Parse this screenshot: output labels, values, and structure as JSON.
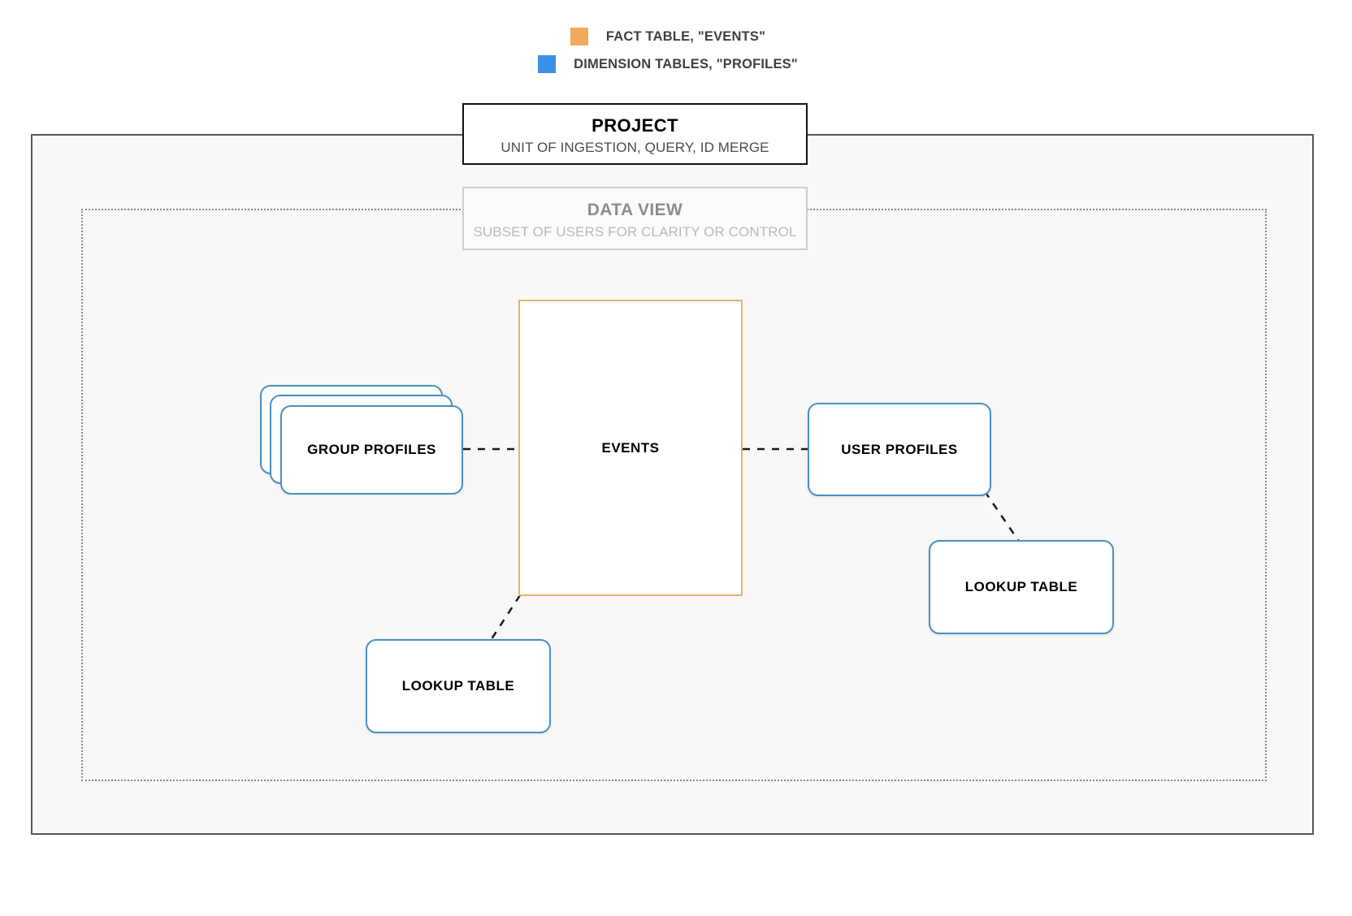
{
  "legend": {
    "items": [
      {
        "label": "FACT TABLE, \"EVENTS\"",
        "color": "#f2a95c",
        "icon": "square-swatch-orange"
      },
      {
        "label": "DIMENSION TABLES, \"PROFILES\"",
        "color": "#3b8fe8",
        "icon": "square-swatch-blue"
      }
    ]
  },
  "project": {
    "title": "PROJECT",
    "subtitle": "UNIT OF INGESTION, QUERY, ID MERGE",
    "border_color": "#121212"
  },
  "data_view": {
    "title": "DATA VIEW",
    "subtitle": "SUBSET OF USERS FOR CLARITY OR CONTROL",
    "border_color": "#cfcfcf"
  },
  "nodes": {
    "events": {
      "label": "EVENTS",
      "type": "fact-table",
      "color": "#e9b169"
    },
    "group_profiles": {
      "label": "GROUP PROFILES",
      "type": "dimension-table-stack",
      "color": "#4a90c2",
      "stack_count": 3
    },
    "user_profiles": {
      "label": "USER PROFILES",
      "type": "dimension-table",
      "color": "#4a90c2"
    },
    "lookup_table_left": {
      "label": "LOOKUP TABLE",
      "type": "dimension-table",
      "color": "#4a90c2"
    },
    "lookup_table_right": {
      "label": "LOOKUP TABLE",
      "type": "dimension-table",
      "color": "#4a90c2"
    }
  },
  "connectors": [
    {
      "from": "group_profiles",
      "to": "events",
      "style": "dashed"
    },
    {
      "from": "events",
      "to": "user_profiles",
      "style": "dashed"
    },
    {
      "from": "user_profiles",
      "to": "lookup_table_right",
      "style": "dashed"
    },
    {
      "from": "events",
      "to": "lookup_table_left",
      "style": "dashed"
    }
  ],
  "canvas": {
    "background": "#ffffff",
    "project_fill": "#f8f8f8",
    "project_border": "#585858",
    "data_view_border": "#8a8a8a"
  }
}
